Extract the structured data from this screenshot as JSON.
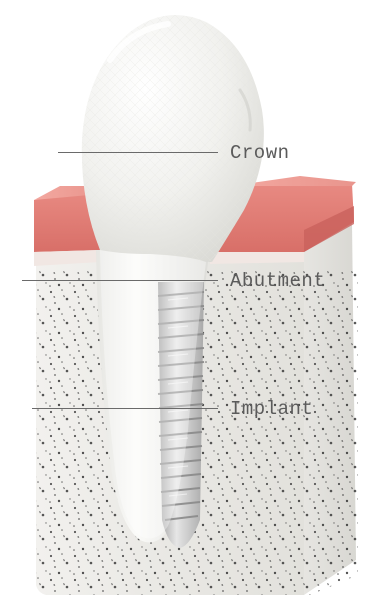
{
  "labels": {
    "crown": "Crown",
    "abutment": "Abutment",
    "implant": "Implant"
  },
  "colors": {
    "background": "#ffffff",
    "gum": "#e8857d",
    "gum_dark": "#c9615c",
    "bone": "#ecebe8",
    "bone_speckle": "#3d3d3d",
    "tooth": "#f2f2ef",
    "implant_metal": "#c8c8c8",
    "label_text": "#5b5b5b",
    "leader_line": "#6a6a6a"
  }
}
